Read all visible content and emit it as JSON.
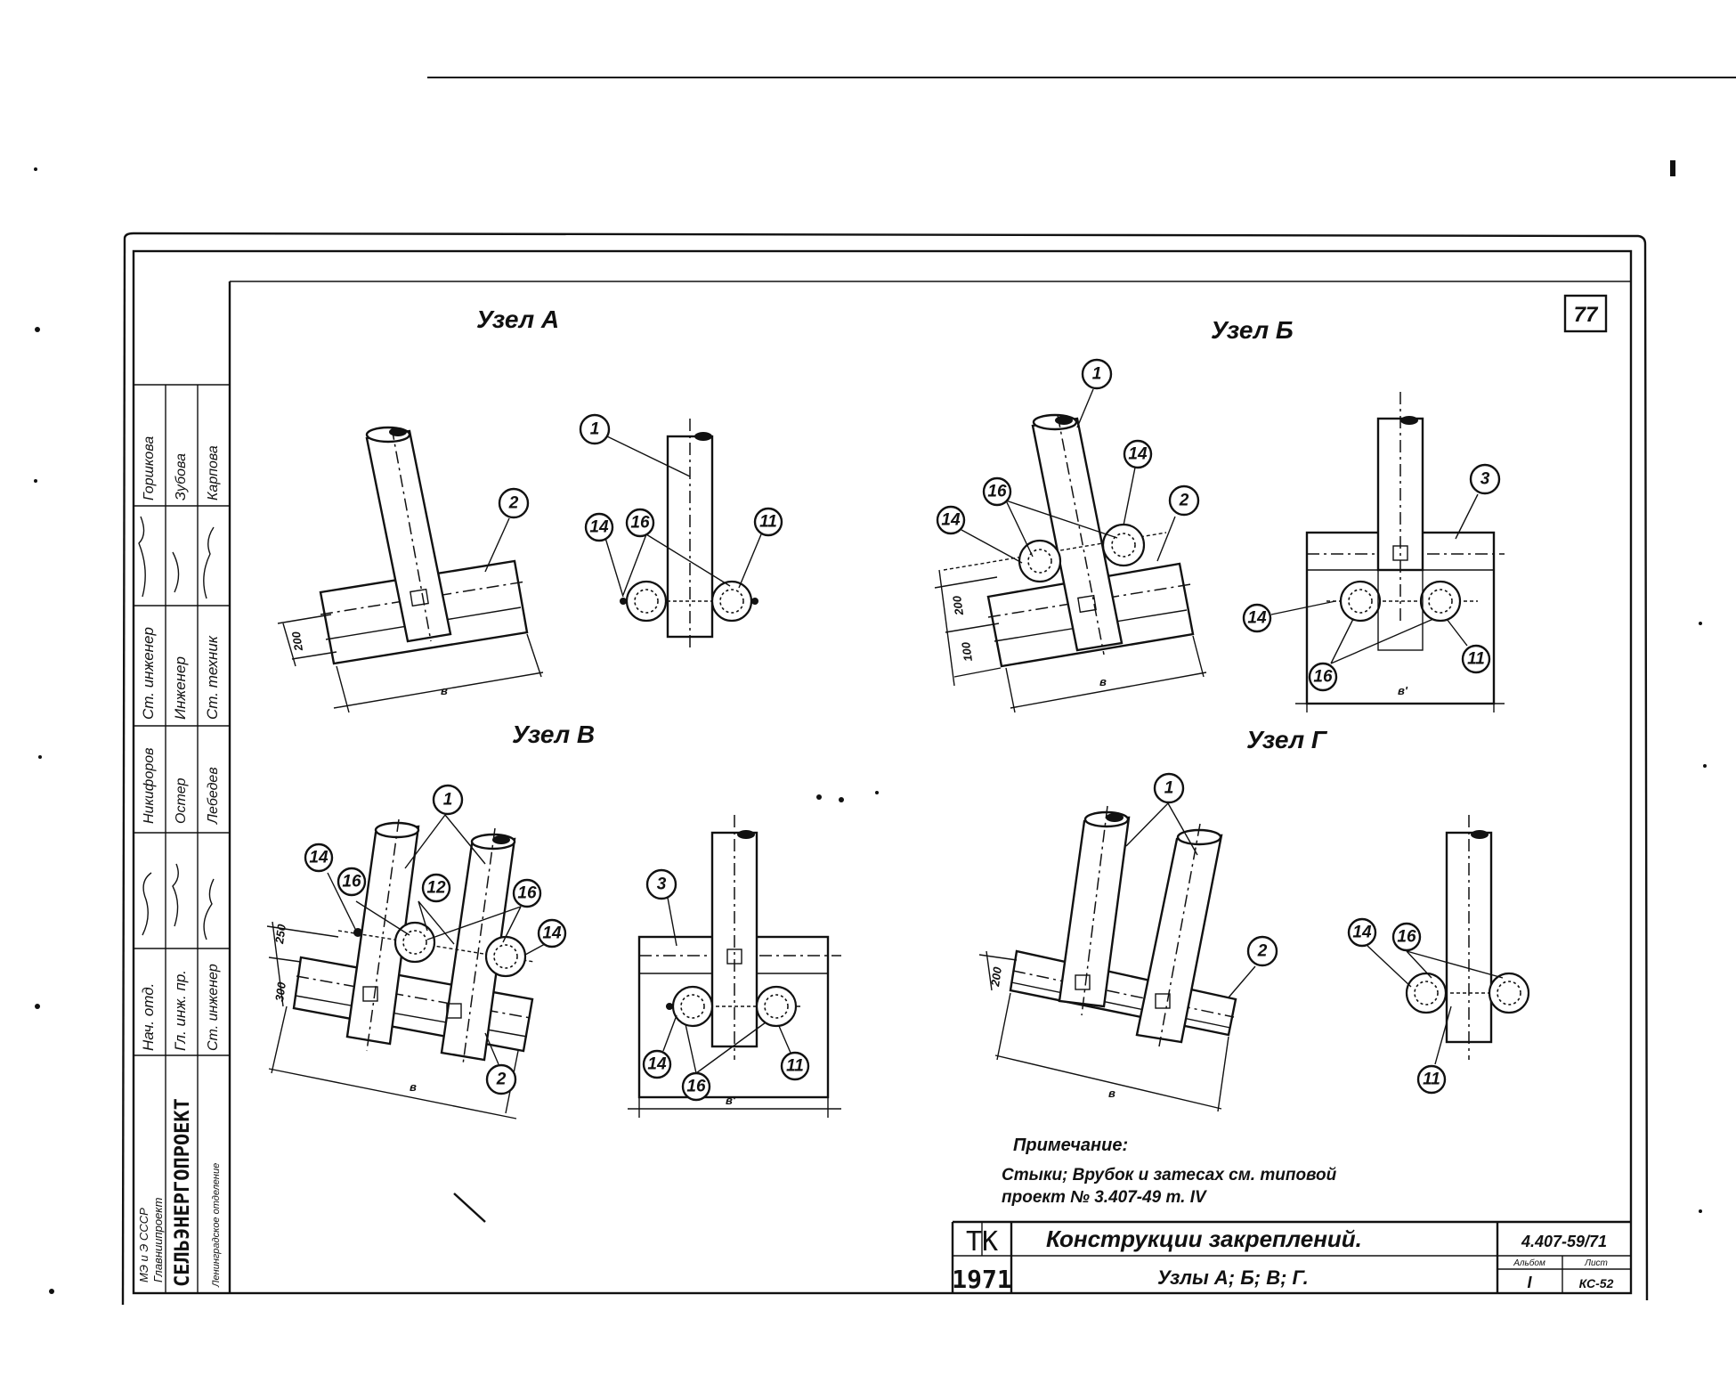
{
  "sheet_number": "77",
  "nodes": {
    "a": {
      "title": "Узел А"
    },
    "b": {
      "title": "Узел Б"
    },
    "v": {
      "title": "Узел В"
    },
    "g": {
      "title": "Узел Г"
    }
  },
  "dimensions": {
    "b_width": "в",
    "b_prime": "в'",
    "s200": "200",
    "s100": "100",
    "s250": "250",
    "s300": "300"
  },
  "callouts": {
    "c1": "1",
    "c2": "2",
    "c3": "3",
    "c11": "11",
    "c12": "12",
    "c14": "14",
    "c16": "16"
  },
  "note": {
    "heading": "Примечание:",
    "line1": "Стыки; Врубок и затесах см. типовой",
    "line2": "проект № 3.407-49 т. IV"
  },
  "title_block": {
    "org_ministry": "МЭ и Э СССР",
    "org_dept": "Главниипроект",
    "org_name": "СЕЛЬЭНЕРГОПРОЕКТ",
    "org_branch": "Ленинградское отделение",
    "role_1": "Нач. отд.",
    "role_2": "Гл. инж. пр.",
    "role_3": "Ст. инженер",
    "role_4": "Ст. инженер",
    "role_5": "Инженер",
    "role_6": "Ст. техник",
    "name_1": "Никифоров",
    "name_2": "Остер",
    "name_3": "Лебедев",
    "name_4": "Горшкова",
    "name_5": "Зубова",
    "name_6": "Карпова",
    "series": "ТК",
    "year": "1971",
    "title_main": "Конструкции закреплений.",
    "title_sub": "Узлы А; Б; В; Г.",
    "project_no": "4.407-59/71",
    "album_label": "Альбом",
    "album_value": "I",
    "sheet_label": "Лист",
    "sheet_value": "КС-52"
  }
}
